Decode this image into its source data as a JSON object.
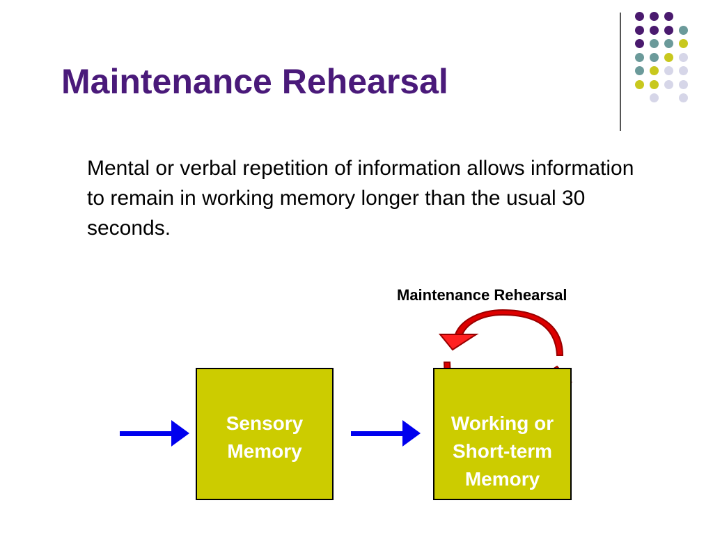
{
  "slide": {
    "title": "Maintenance Rehearsal",
    "body": "Mental or verbal repetition of information allows information to remain in working memory longer than the usual 30 seconds."
  },
  "diagram": {
    "loop_label": "Maintenance Rehearsal",
    "boxes": {
      "sensory": [
        "Sensory",
        "Memory"
      ],
      "working": [
        "Working or",
        "Short-term",
        "Memory"
      ]
    }
  },
  "colors": {
    "title": "#4a1a7a",
    "box_fill": "#cccc00",
    "input_arrow": "#0000ee",
    "loop_arrow": "#dd0000",
    "dot_purple": "#4a1a6e",
    "dot_teal": "#6b9a9a",
    "dot_yellow": "#c8c81e",
    "dot_lavender": "#d6d6e8"
  }
}
